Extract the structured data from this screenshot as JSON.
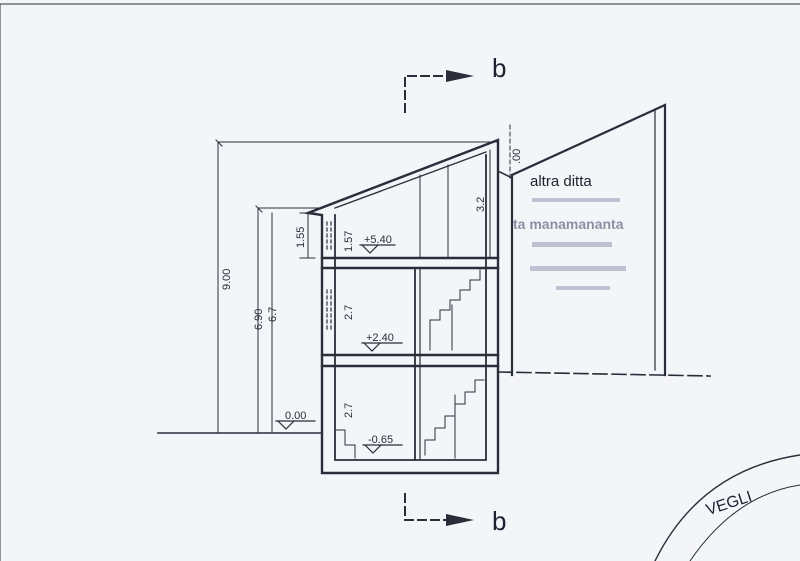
{
  "section_marks": {
    "top": "b",
    "bottom": "b"
  },
  "neighbor": {
    "name": "altra ditta",
    "faded_line_1": "ta manamananta"
  },
  "dimensions": {
    "total_height": "9.00",
    "height_a": "6.90",
    "height_b": "6.7",
    "parapet": "1.55",
    "attic": "1.57",
    "ridge": "3.2",
    "ridge_offset": ".00",
    "floor_h_upper": "2.7",
    "floor_h_lower": "2.7"
  },
  "levels": {
    "attic": "+5.40",
    "first": "+2.40",
    "ground": "0.00",
    "basement": "-0.65"
  },
  "stamp": {
    "text": "VEGLI"
  },
  "colors": {
    "ink": "#2b2d3a",
    "paper": "#f4f5f9"
  }
}
